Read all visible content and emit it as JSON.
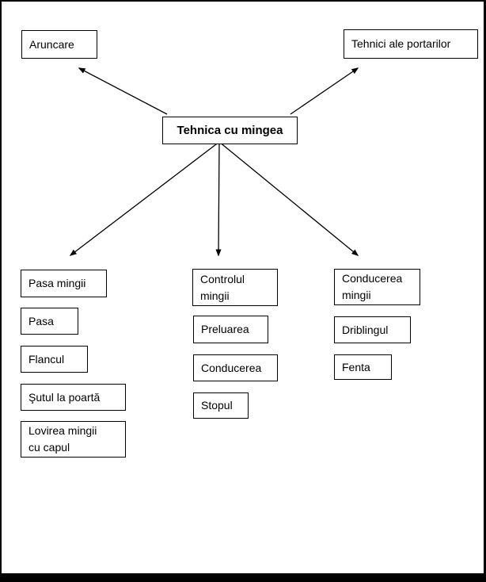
{
  "diagram": {
    "title": "Tehnica cu mingea",
    "colors": {
      "background": "#ffffff",
      "box_border": "#000000",
      "arrow": "#000000",
      "text": "#000000",
      "frame": "#000000"
    },
    "nodes": {
      "tehnica_cu_mingea": {
        "label": "Tehnica cu mingea"
      },
      "aruncare": {
        "label": "Aruncare"
      },
      "tehnici_portarilor": {
        "label": "Tehnici ale portarilor"
      },
      "pasa_mingii": {
        "label": "Pasa mingii"
      },
      "pasa": {
        "label": "Pasa"
      },
      "flancul": {
        "label": "Flancul"
      },
      "sutul_la_poarta": {
        "label": "Şutul la poartă"
      },
      "lovirea_mingii": {
        "label": "Lovirea mingii\ncu capul"
      },
      "controlul_mingii": {
        "label": "Controlul\nmingii"
      },
      "preluarea": {
        "label": "Preluarea"
      },
      "conducerea": {
        "label": "Conducerea"
      },
      "stopul": {
        "label": "Stopul"
      },
      "conducerea_mingii": {
        "label": "Conducerea\nmingii"
      },
      "driblingul": {
        "label": "Driblingul"
      },
      "fenta": {
        "label": "Fenta"
      }
    },
    "edges": [
      {
        "from": "tehnica_cu_mingea",
        "to": "aruncare"
      },
      {
        "from": "tehnica_cu_mingea",
        "to": "tehnici_portarilor"
      },
      {
        "from": "tehnica_cu_mingea",
        "to": "pasa_mingii"
      },
      {
        "from": "tehnica_cu_mingea",
        "to": "controlul_mingii"
      },
      {
        "from": "tehnica_cu_mingea",
        "to": "conducerea_mingii"
      }
    ]
  }
}
